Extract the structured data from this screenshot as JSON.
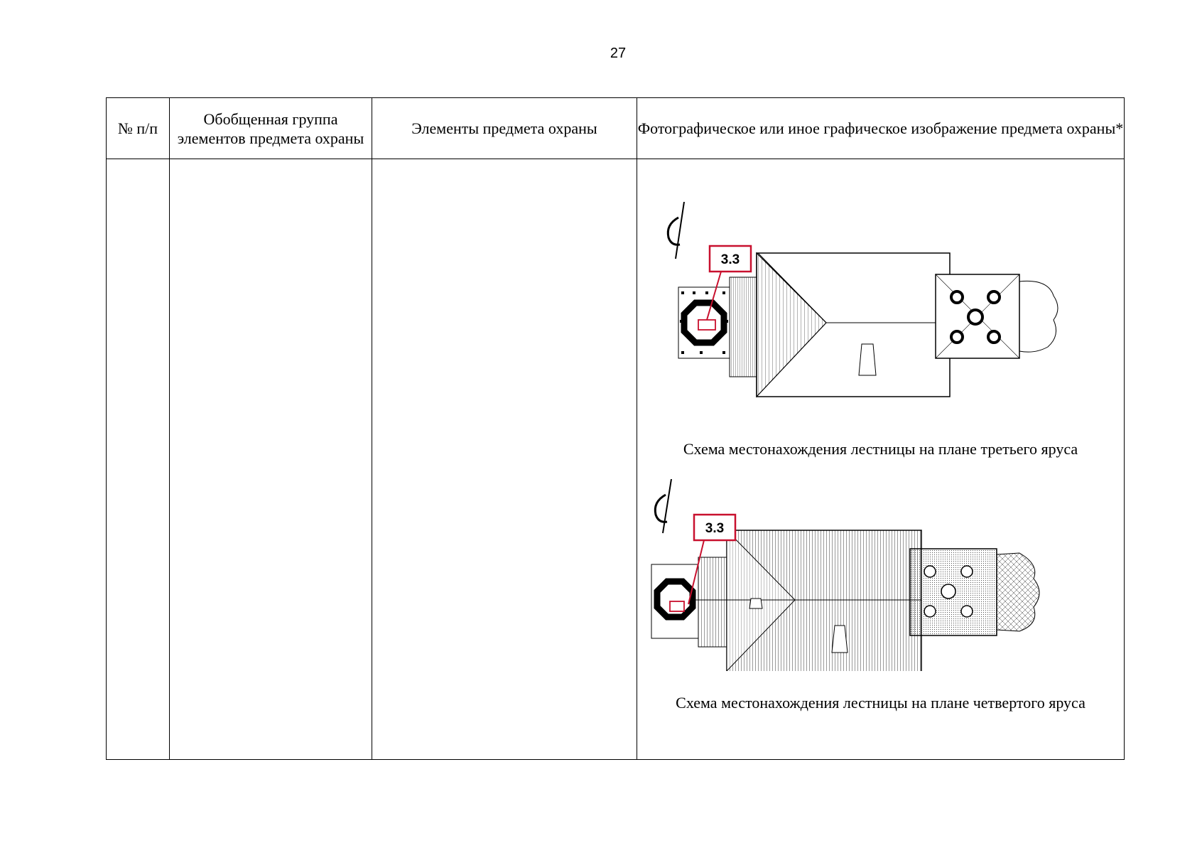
{
  "page": {
    "number": "27"
  },
  "table": {
    "headers": {
      "col1": "№ п/п",
      "col2": "Обобщенная группа элементов предмета охраны",
      "col3": "Элементы предмета охраны",
      "col4": "Фотографическое или иное графическое изображение предмета охраны*"
    },
    "figures": [
      {
        "marker": "3.3",
        "caption": "Схема местонахождения лестницы на плане третьего яруса"
      },
      {
        "marker": "3.3",
        "caption": "Схема местонахождения лестницы на плане четвертого яруса"
      }
    ]
  },
  "colors": {
    "marker_red": "#c8102e",
    "line": "#000000"
  }
}
